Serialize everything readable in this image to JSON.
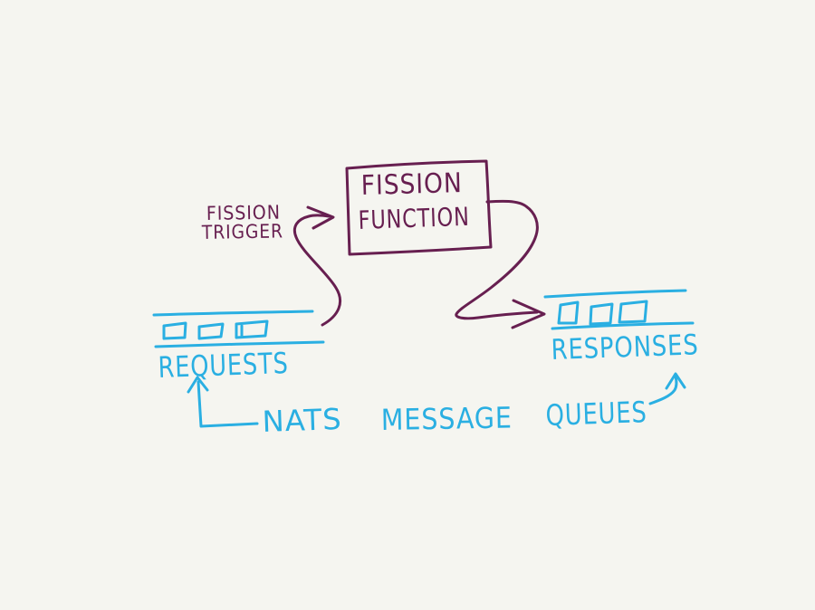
{
  "colors": {
    "background": "#f5f5f0",
    "ink_purple": "#671f50",
    "ink_cyan": "#2aafe2"
  },
  "function_box": {
    "line1": "FISSION",
    "line2": "FUNCTION"
  },
  "trigger_label": {
    "line1": "FISSION",
    "line2": "TRIGGER"
  },
  "requests_queue": {
    "label": "REQUESTS",
    "message_count": 3
  },
  "responses_queue": {
    "label": "RESPONSES",
    "message_count": 3
  },
  "caption": {
    "words": [
      "NATS",
      "MESSAGE",
      "QUEUES"
    ],
    "text": "NATS MESSAGE QUEUES"
  }
}
